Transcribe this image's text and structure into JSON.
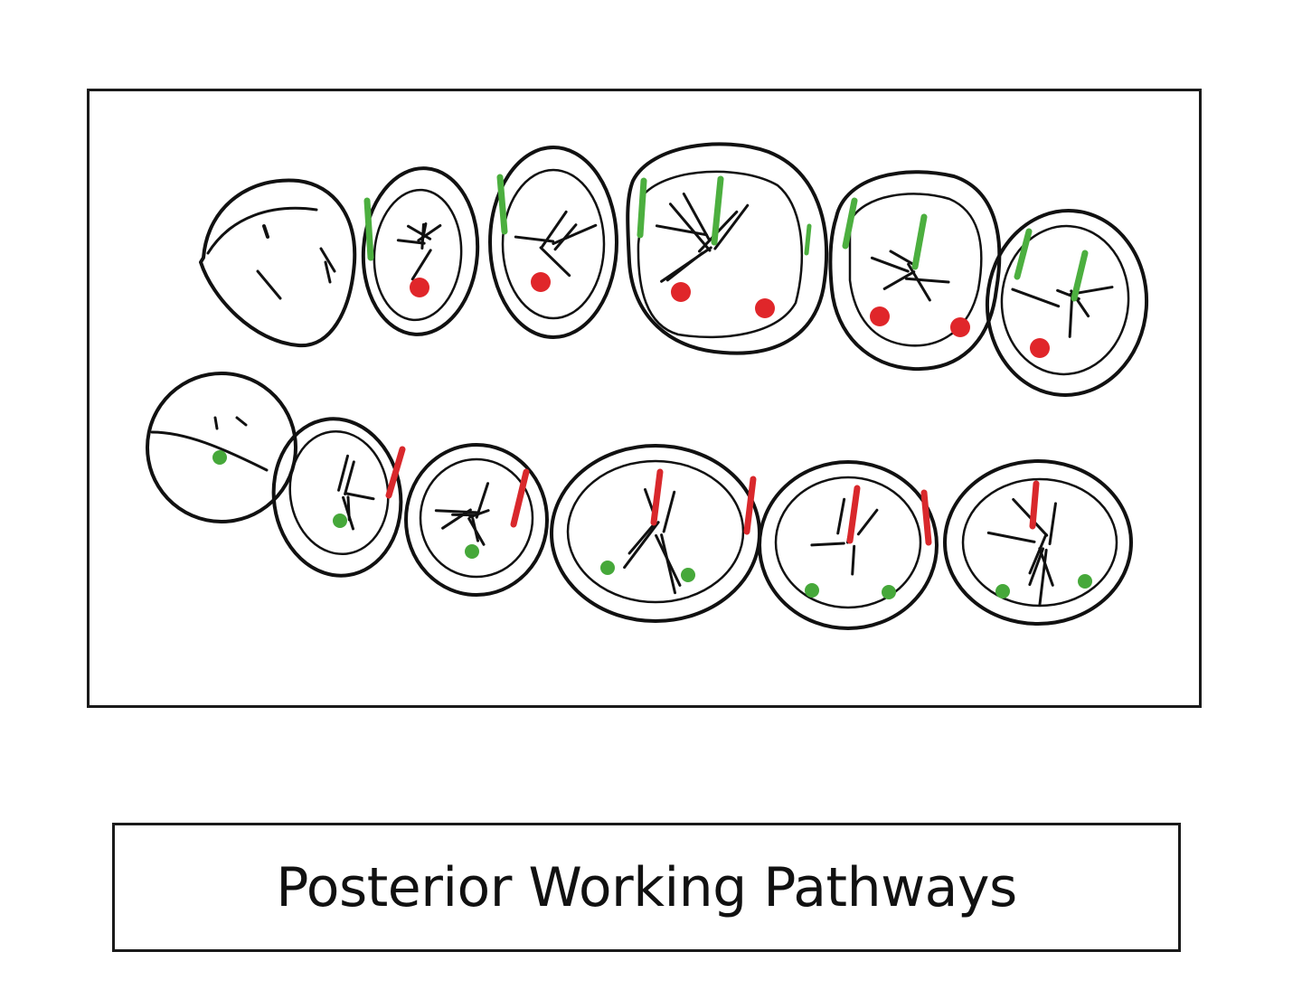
{
  "caption": {
    "text": "Posterior Working Pathways"
  },
  "colors": {
    "outline": "#111111",
    "upper_marker_line": "#4caf3f",
    "upper_marker_dot": "#e0262a",
    "lower_marker_line": "#d9282c",
    "lower_marker_dot": "#46a83a",
    "frame_border": "#1a1a1a"
  },
  "arches": {
    "upper": {
      "tooth_count": 6
    },
    "lower": {
      "tooth_count": 6
    }
  }
}
